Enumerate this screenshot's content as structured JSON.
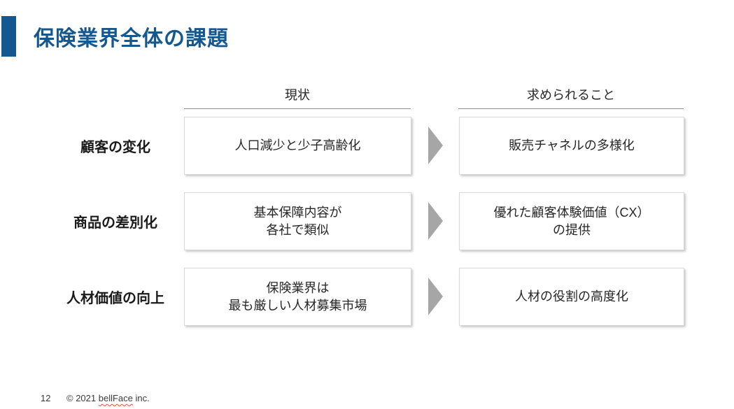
{
  "slide": {
    "title": "保険業界全体の課題",
    "columns": {
      "current_header": "現状",
      "required_header": "求められること"
    },
    "rows": [
      {
        "label": "顧客の変化",
        "current": "人口減少と少子高齢化",
        "required": "販売チャネルの多様化"
      },
      {
        "label": "商品の差別化",
        "current": "基本保障内容が\n各社で類似",
        "required": "優れた顧客体験価値（CX）\nの提供"
      },
      {
        "label": "人材価値の向上",
        "current": "保険業界は\n最も厳しい人材募集市場",
        "required": "人材の役割の高度化"
      }
    ],
    "footer": {
      "page_number": "12",
      "copyright_prefix": "© 2021",
      "company": "bellFace",
      "company_suffix": "inc."
    },
    "colors": {
      "accent_blue": "#15578F",
      "arrow_gray": "#A6A6A6",
      "underline_gray": "#8C8C8C",
      "box_border": "#D9D9D9",
      "spellcheck_red": "#E14B32"
    }
  }
}
